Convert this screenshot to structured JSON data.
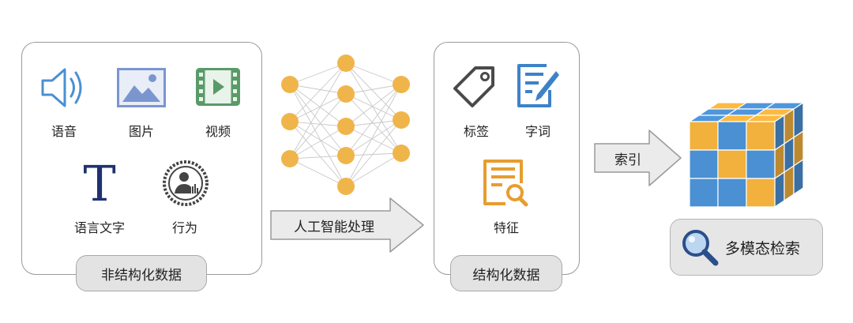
{
  "unstructured": {
    "items": {
      "audio": "语音",
      "image": "图片",
      "video": "视频",
      "text": "语言文字",
      "behavior": "行为"
    },
    "title": "非结构化数据"
  },
  "processing": {
    "label": "人工智能处理"
  },
  "structured": {
    "items": {
      "tag": "标签",
      "word": "字词",
      "feature": "特征"
    },
    "title": "结构化数据"
  },
  "index": {
    "label": "索引"
  },
  "search": {
    "label": "多模态检索"
  },
  "colors": {
    "node": "#f0b54a",
    "blue": "#4a90d2",
    "orange": "#f2b03c",
    "panel_border": "#9a9a9a",
    "pill_bg": "#e3e3e3"
  }
}
